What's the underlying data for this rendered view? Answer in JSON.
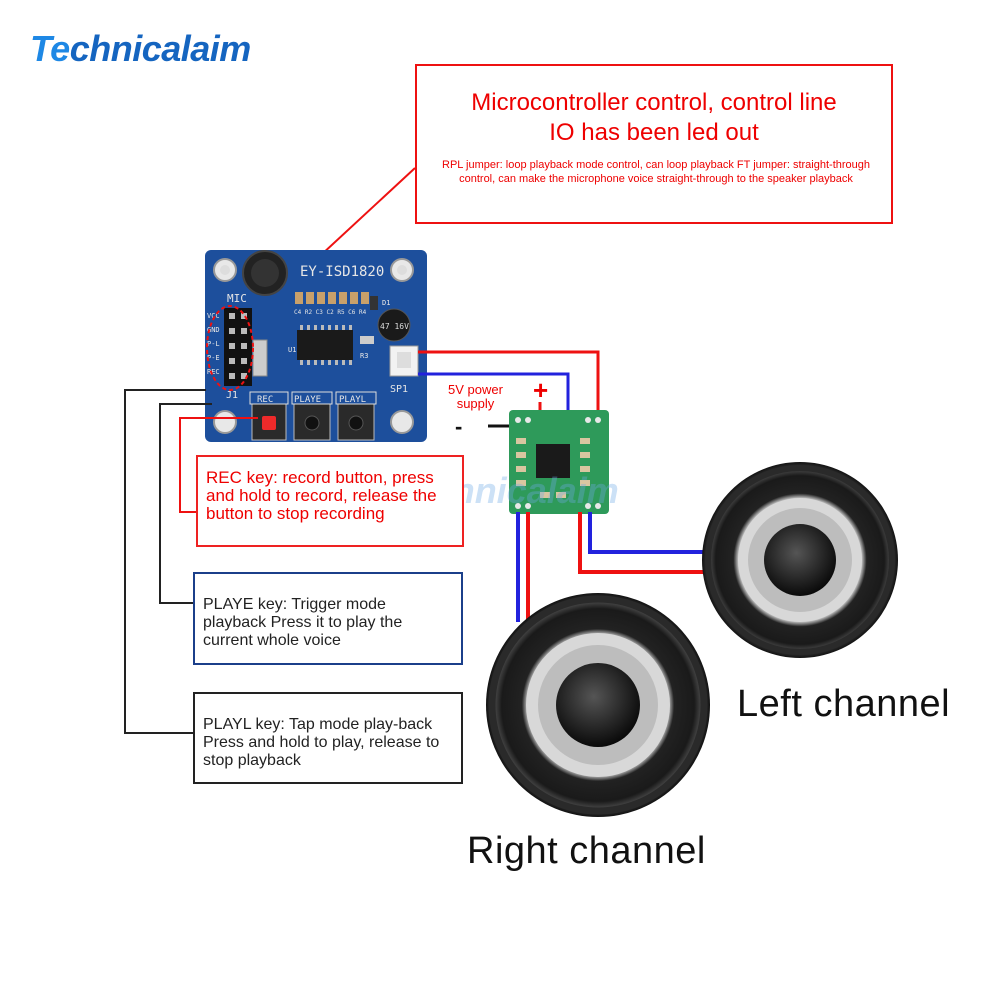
{
  "logo": {
    "text_a": "Te",
    "text_b": "chnicalaim"
  },
  "watermark": "Technicalaim",
  "top_callout": {
    "title_line1": "Microcontroller control, control line",
    "title_line2": "IO has been led out",
    "description": "RPL jumper: loop playback mode control, can loop playback FT jumper: straight-through control, can make the microphone voice straight-through to the speaker playback"
  },
  "board": {
    "model": "EY-ISD1820",
    "mic_label": "MIC",
    "header_label": "J1",
    "speaker_label": "SP1",
    "cap_label": "47 16V",
    "pins": [
      "VCC",
      "GND",
      "P-L",
      "P-E",
      "REC"
    ],
    "button_labels": [
      "REC",
      "PLAYE",
      "PLAYL"
    ],
    "component_labels": "C4 R2 C3 C2 R5 C6 R4",
    "ic_label": "U1",
    "r_label": "R3",
    "d_label": "D1"
  },
  "power": {
    "label": "5V power supply",
    "plus": "+",
    "minus": "-"
  },
  "callouts": {
    "rec": "REC key: record button, press and hold to record, release the button to stop recording",
    "playe": "PLAYE key: Trigger mode playback Press it to play the current whole voice",
    "playl": "PLAYL key: Tap mode play-back Press and hold to play, release to stop playback"
  },
  "channels": {
    "left": "Left channel",
    "right": "Right channel"
  },
  "colors": {
    "accent_red": "#ee1111",
    "wire_blue": "#2222dd",
    "pcb_blue": "#1d4f9c",
    "amp_green": "#2e9a5a"
  }
}
